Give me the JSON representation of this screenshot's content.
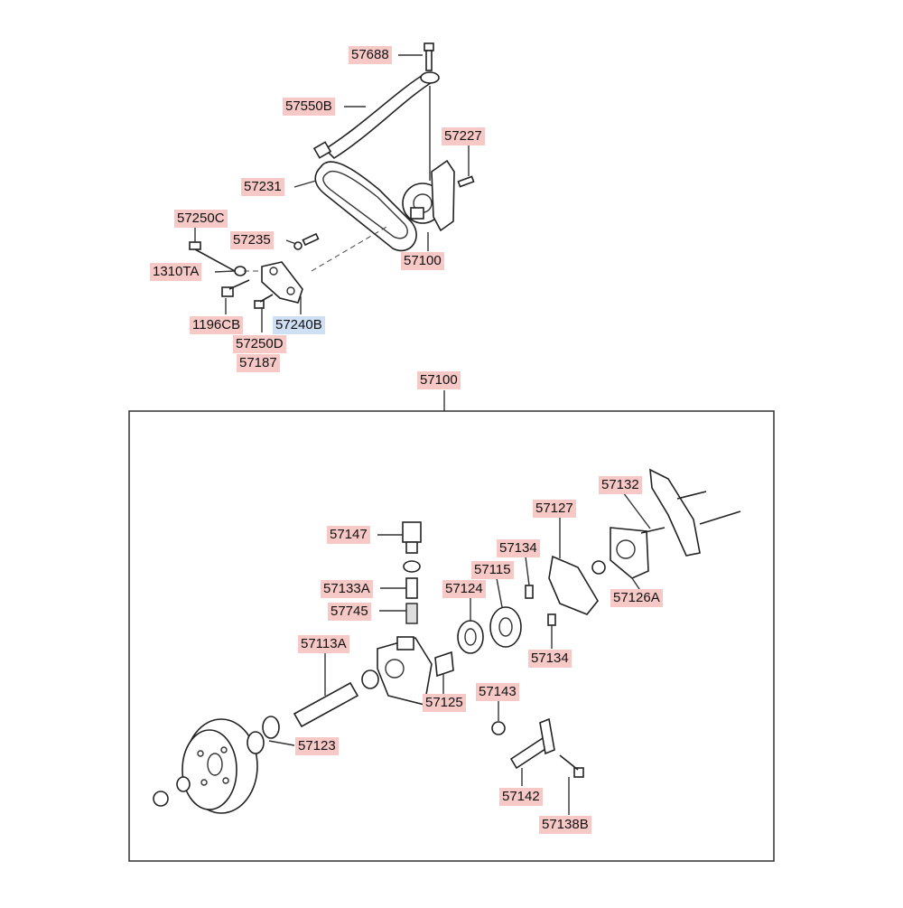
{
  "colors": {
    "label_bg": "#f6c9c7",
    "label_highlight_bg": "#cfe0f5",
    "line": "#333333"
  },
  "upper": {
    "labels": [
      {
        "key": "p57688",
        "text": "57688"
      },
      {
        "key": "p57550B",
        "text": "57550B"
      },
      {
        "key": "p57227",
        "text": "57227"
      },
      {
        "key": "p57231",
        "text": "57231"
      },
      {
        "key": "p57250C",
        "text": "57250C"
      },
      {
        "key": "p57235",
        "text": "57235"
      },
      {
        "key": "p57100top",
        "text": "57100"
      },
      {
        "key": "p1310TA",
        "text": "1310TA"
      },
      {
        "key": "p1196CB",
        "text": "1196CB"
      },
      {
        "key": "p57240B",
        "text": "57240B",
        "highlighted": true
      },
      {
        "key": "p57250D",
        "text": "57250D"
      },
      {
        "key": "p57187",
        "text": "57187"
      }
    ]
  },
  "assembly": {
    "title": "57100",
    "labels": [
      {
        "key": "p57132",
        "text": "57132"
      },
      {
        "key": "p57127",
        "text": "57127"
      },
      {
        "key": "p57147",
        "text": "57147"
      },
      {
        "key": "p57134a",
        "text": "57134"
      },
      {
        "key": "p57115",
        "text": "57115"
      },
      {
        "key": "p57133A",
        "text": "57133A"
      },
      {
        "key": "p57124",
        "text": "57124"
      },
      {
        "key": "p57126A",
        "text": "57126A"
      },
      {
        "key": "p57745",
        "text": "57745"
      },
      {
        "key": "p57113A",
        "text": "57113A"
      },
      {
        "key": "p57134b",
        "text": "57134"
      },
      {
        "key": "p57143",
        "text": "57143"
      },
      {
        "key": "p57125",
        "text": "57125"
      },
      {
        "key": "p57123",
        "text": "57123"
      },
      {
        "key": "p57142",
        "text": "57142"
      },
      {
        "key": "p57138B",
        "text": "57138B"
      }
    ]
  }
}
